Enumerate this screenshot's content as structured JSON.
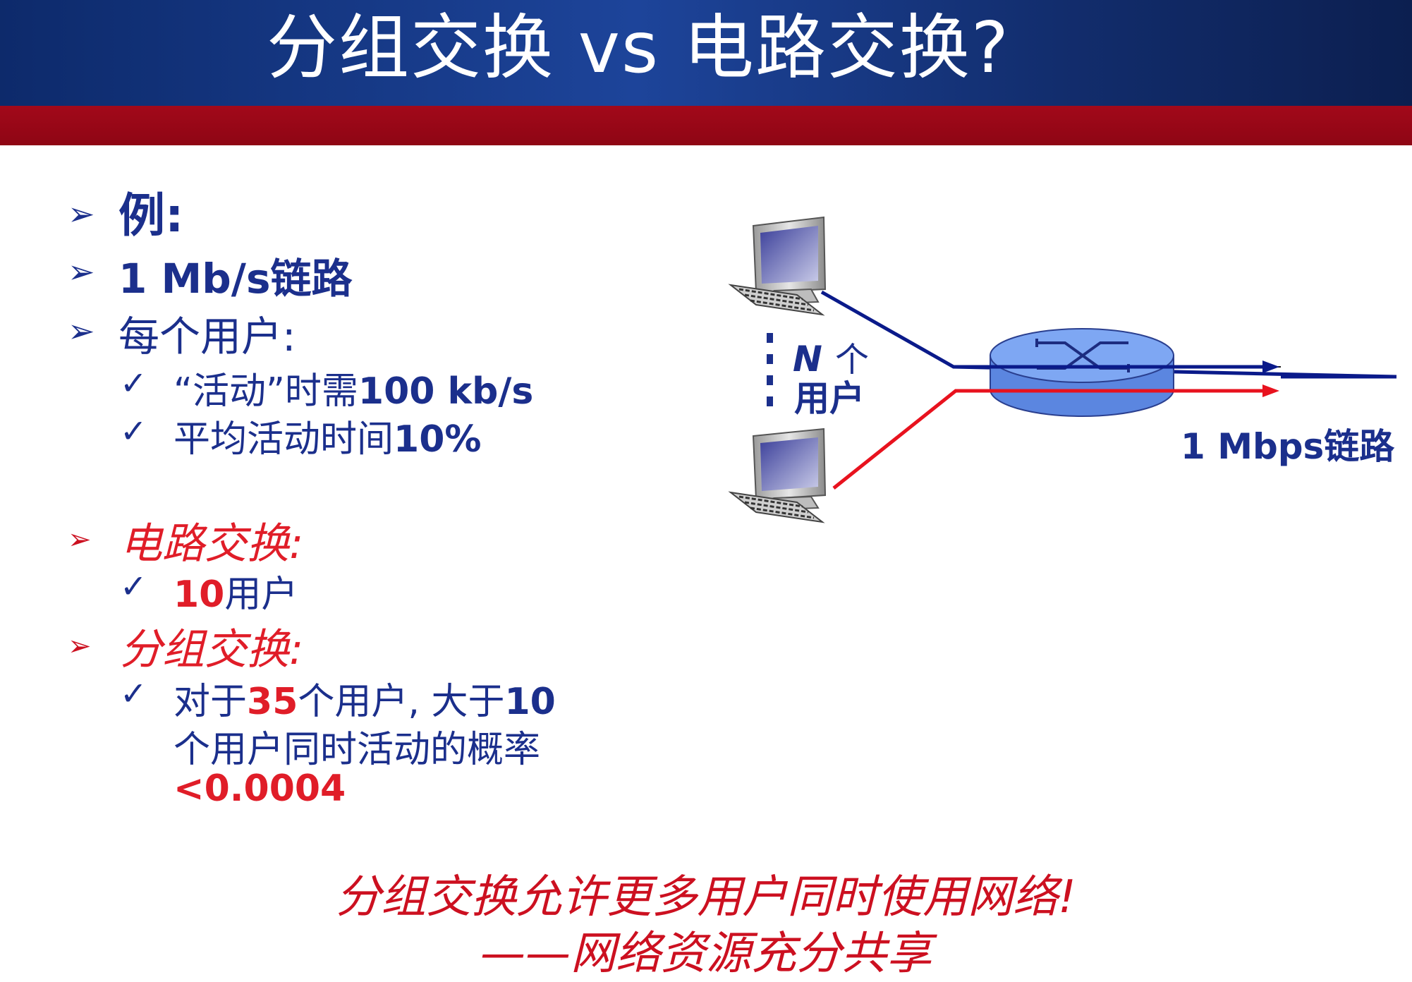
{
  "header": {
    "title": "分组交换 vs 电路交换?"
  },
  "bullets": {
    "example": "例:",
    "link": "1 Mb/s链路",
    "per_user": "每个用户:",
    "active_prefix": "“活动”时需",
    "active_rate": "100 kb/s",
    "active_pct_prefix": "平均活动时间",
    "active_pct": "10%",
    "circuit_switching": "电路交换:",
    "circuit_users_num": "10",
    "circuit_users_suffix": "用户",
    "packet_switching": "分组交换:",
    "packet_line1_prefix": "对于",
    "packet_num": "35",
    "packet_line1_mid": "个用户, 大于",
    "packet_line1_end": "10",
    "packet_line2": "个用户同时活动的概率",
    "packet_prob": "<0.0004"
  },
  "diagram": {
    "n_label": "N",
    "n_suffix": "个",
    "users_label": "用户",
    "link_label": "1 Mbps链路",
    "colors": {
      "blue_line": "#0a1a8a",
      "red_line": "#e8121e",
      "router_fill": "#6f9bef",
      "router_edge": "#2a3f8f"
    }
  },
  "footer": {
    "line1": "分组交换允许更多用户同时使用网络!",
    "line2": "——网络资源充分共享"
  },
  "icons": [
    "header-banner",
    "computer-icon",
    "router-icon",
    "arrow-icon",
    "chevron-bullet-icon",
    "checkmark-icon"
  ]
}
